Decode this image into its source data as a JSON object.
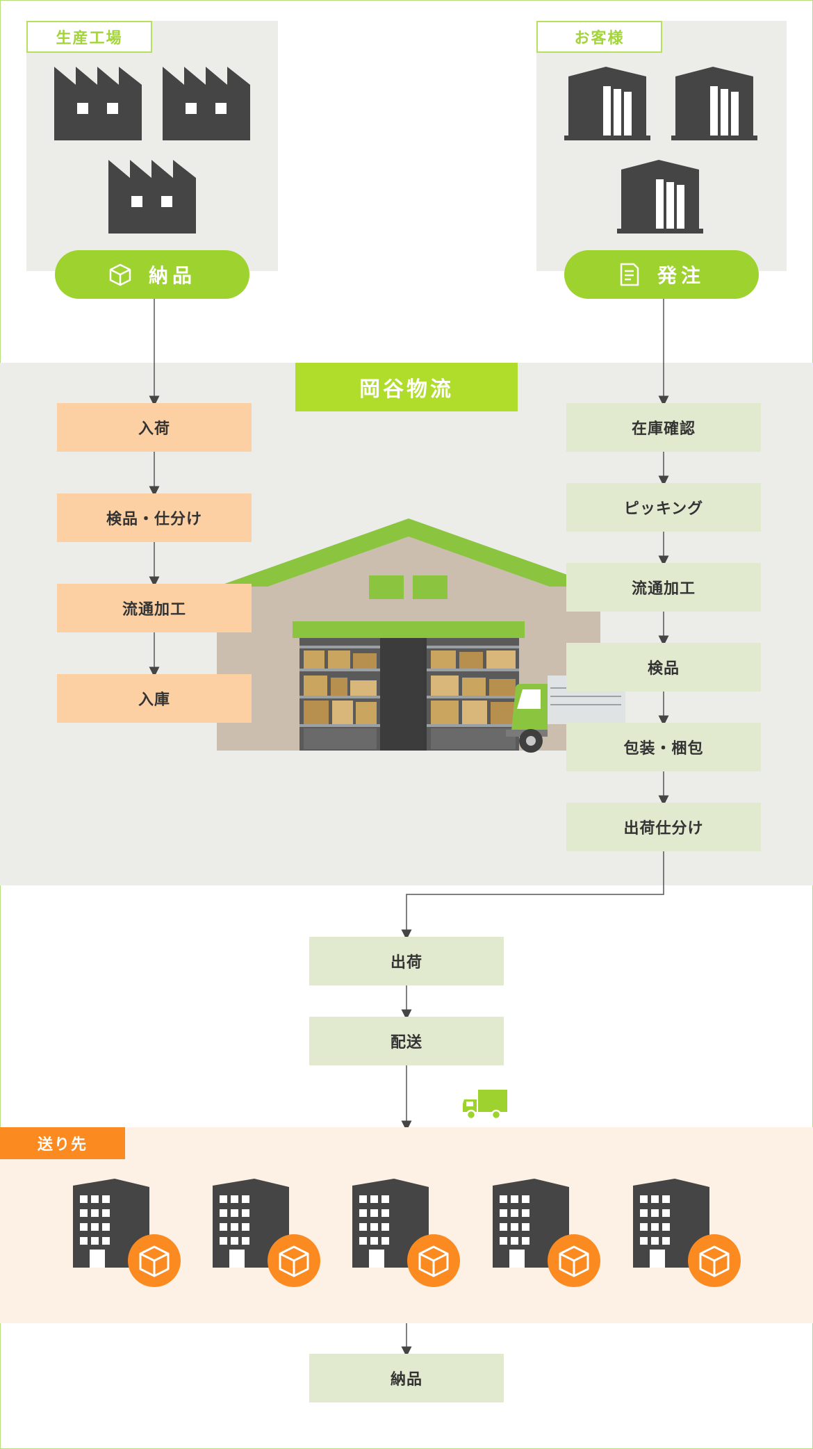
{
  "factory": {
    "tag": "生産工場",
    "pill": "納品"
  },
  "customer": {
    "tag": "お客様",
    "pill": "発注"
  },
  "logistics": {
    "title": "岡谷物流"
  },
  "inbound_steps": [
    "入荷",
    "検品・仕分け",
    "流通加工",
    "入庫"
  ],
  "outbound_steps": [
    "在庫確認",
    "ピッキング",
    "流通加工",
    "検品",
    "包装・梱包",
    "出荷仕分け"
  ],
  "shipping_steps": [
    "出荷",
    "配送"
  ],
  "destinations": {
    "tag": "送り先",
    "final_step": "納品"
  },
  "colors": {
    "accent_green": "#9ed22e",
    "title_green": "#b0dd2c",
    "orange": "#fb8a21",
    "inbound_box": "#fdd0a3",
    "outbound_box": "#e1eacf",
    "panel_gray": "#ecede8",
    "icon_dark": "#454545"
  },
  "icons": [
    "factory-icon",
    "warehouse-icon",
    "box-icon",
    "document-icon",
    "truck-icon",
    "building-icon"
  ]
}
